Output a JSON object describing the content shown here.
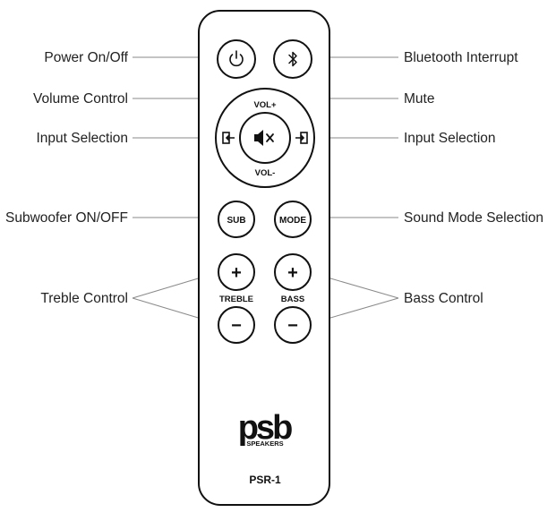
{
  "callouts": {
    "power": "Power On/Off",
    "volume": "Volume Control",
    "input_left": "Input Selection",
    "subwoofer": "Subwoofer ON/OFF",
    "treble": "Treble Control",
    "bluetooth": "Bluetooth Interrupt",
    "mute": "Mute",
    "input_right": "Input Selection",
    "sound_mode": "Sound Mode Selection",
    "bass": "Bass Control"
  },
  "remote": {
    "vol_up": "VOL+",
    "vol_down": "VOL-",
    "sub": "SUB",
    "mode": "MODE",
    "treble": "TREBLE",
    "bass": "BASS",
    "plus": "+",
    "minus": "−",
    "brand": "psb",
    "brand_sub": "SPEAKERS",
    "model": "PSR-1"
  },
  "colors": {
    "outline": "#111111",
    "leader": "#8a8a8a",
    "text": "#222222"
  }
}
